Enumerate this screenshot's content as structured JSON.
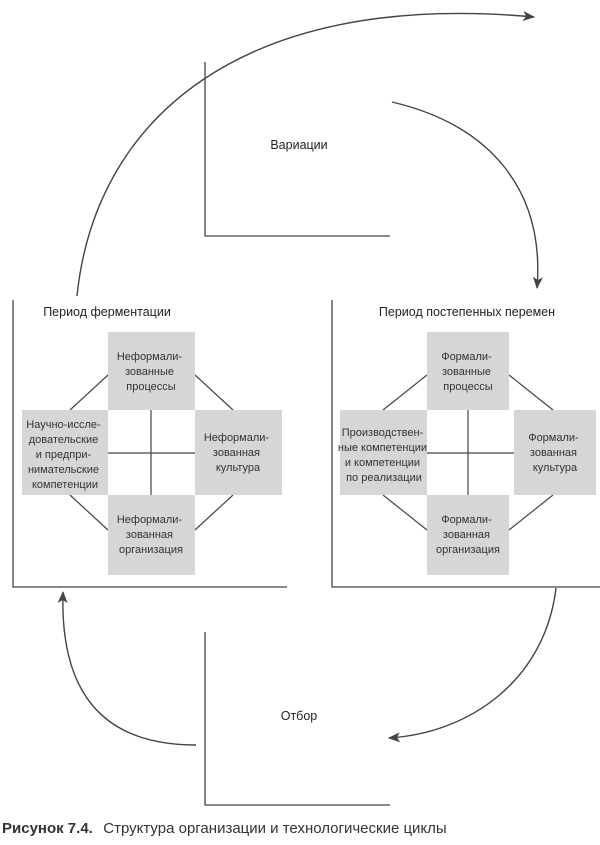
{
  "top_cycle": {
    "label": "Вариации"
  },
  "bottom_cycle": {
    "label": "Отбор"
  },
  "left_panel": {
    "title": "Период ферментации",
    "boxes": {
      "top": [
        "Неформали-",
        "зованные",
        "процессы"
      ],
      "left": [
        "Научно-иссле-",
        "довательские",
        "и предпри-",
        "нимательские",
        "компетенции"
      ],
      "right": [
        "Неформали-",
        "зованная",
        "культура"
      ],
      "bottom": [
        "Неформали-",
        "зованная",
        "организация"
      ]
    }
  },
  "right_panel": {
    "title": "Период постепенных перемен",
    "boxes": {
      "top": [
        "Формали-",
        "зованные",
        "процессы"
      ],
      "left": [
        "Производствен-",
        "ные компетенции",
        "и компетенции",
        "по реализации"
      ],
      "right": [
        "Формали-",
        "зованная",
        "культура"
      ],
      "bottom": [
        "Формали-",
        "зованная",
        "организация"
      ]
    }
  },
  "caption": {
    "label": "Рисунок 7.4.",
    "text": "Структура организации и технологические циклы"
  },
  "colors": {
    "box_fill": "#d6d6d6",
    "line": "#444444",
    "text": "#333333"
  }
}
